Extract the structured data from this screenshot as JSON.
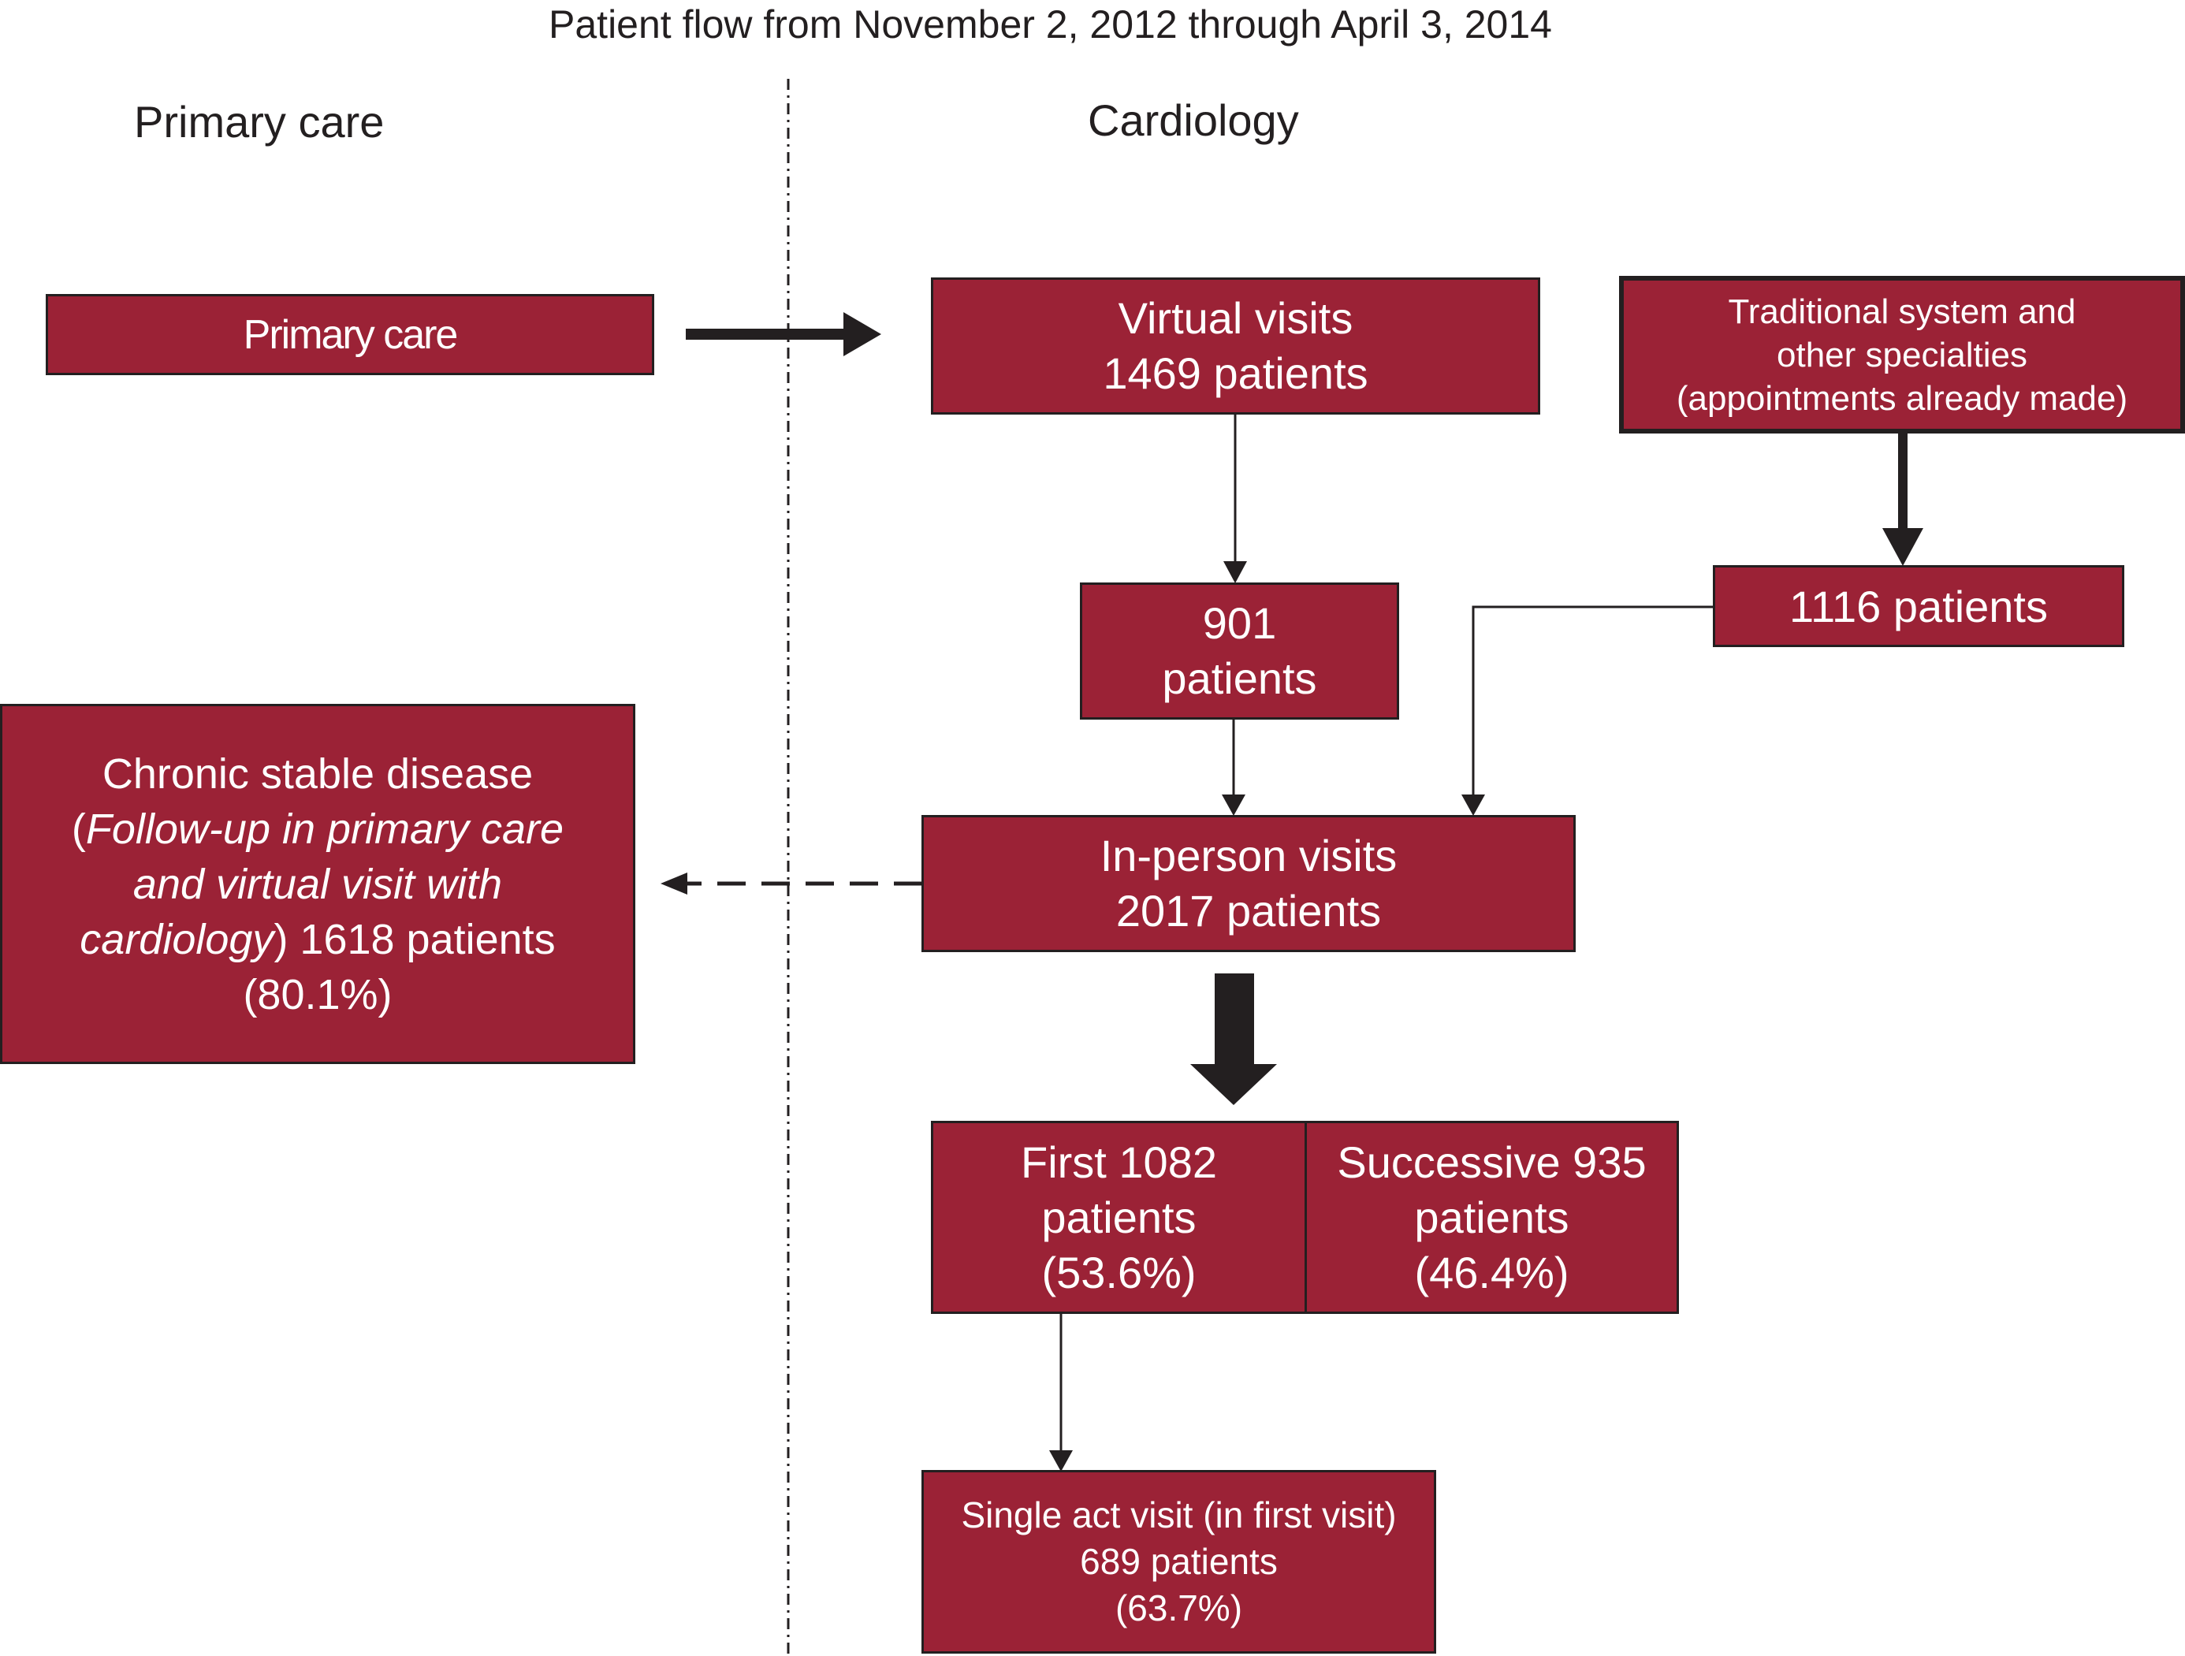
{
  "title": "Patient flow from November 2, 2012 through April 3, 2014",
  "headers": {
    "left": "Primary care",
    "right": "Cardiology"
  },
  "boxes": {
    "primary_care": "Primary care",
    "virtual_visits": {
      "line1": "Virtual visits",
      "line2": "1469 patients"
    },
    "traditional": {
      "line1": "Traditional system and",
      "line2": "other specialties",
      "line3": "(appointments already made)"
    },
    "p901": {
      "line1": "901",
      "line2": "patients"
    },
    "p1116": "1116 patients",
    "in_person": {
      "line1": "In-person visits",
      "line2": "2017 patients"
    },
    "chronic": {
      "line1": "Chronic stable disease",
      "line2_open": "(",
      "line2_italic": "Follow-up in primary care",
      "line3_italic": "and virtual visit with",
      "line4_italic": "cardiology",
      "line4_rest": ") 1618 patients",
      "line5": "(80.1%)"
    },
    "first": {
      "line1": "First 1082",
      "line2": "patients",
      "line3": "(53.6%)"
    },
    "successive": {
      "line1": "Successive 935",
      "line2": "patients",
      "line3": "(46.4%)"
    },
    "single": {
      "line1": "Single act visit (in first visit)",
      "line2": "689 patients",
      "line3": "(63.7%)"
    }
  },
  "colors": {
    "box_fill": "#9b2236",
    "box_border": "#231f20",
    "box_text": "#ffffff",
    "line": "#231f20",
    "page_text": "#231f20"
  }
}
